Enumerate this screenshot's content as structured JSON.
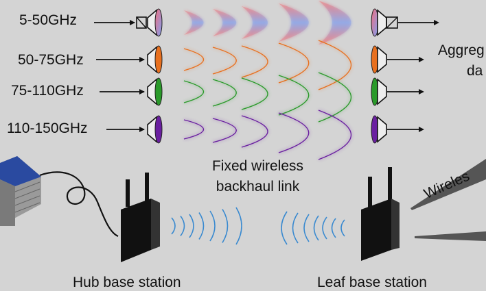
{
  "bands": [
    {
      "label": "5-50GHz",
      "color": "#e0707a",
      "color2": "#7f9fe0",
      "kind": "gradient"
    },
    {
      "label": "50-75GHz",
      "color": "#e8701f",
      "kind": "solid"
    },
    {
      "label": "75-110GHz",
      "color": "#2a9a2a",
      "kind": "solid"
    },
    {
      "label": "110-150GHz",
      "color": "#6a1fa0",
      "kind": "solid"
    }
  ],
  "link_label_line1": "Fixed wireless",
  "link_label_line2": "backhaul link",
  "hub_label": "Hub base station",
  "leaf_label": "Leaf base station",
  "aggregate_label_line1": "Aggreg",
  "aggregate_label_line2": "da",
  "wireless_label": "Wireles",
  "wave_color": "#3a8ad0"
}
